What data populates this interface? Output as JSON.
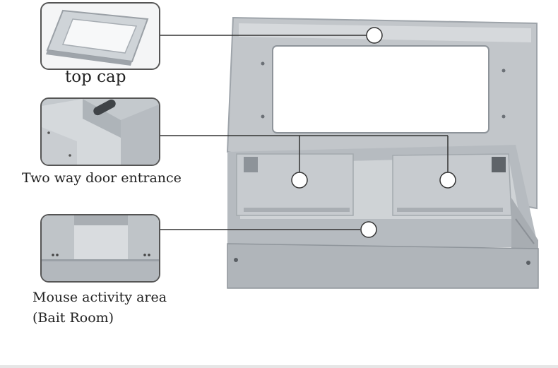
{
  "callouts": [
    {
      "id": "top-cap",
      "label": "top cap"
    },
    {
      "id": "two-way-door",
      "label": "Two way door entrance"
    },
    {
      "id": "bait-room",
      "label_line1": "Mouse activity area",
      "label_line2": "(Bait Room)"
    }
  ],
  "colors": {
    "metal_light": "#d9dde0",
    "metal_mid": "#b9bec3",
    "metal_dark": "#8f959b",
    "frame_border": "#555555",
    "leader_line": "#333333"
  }
}
